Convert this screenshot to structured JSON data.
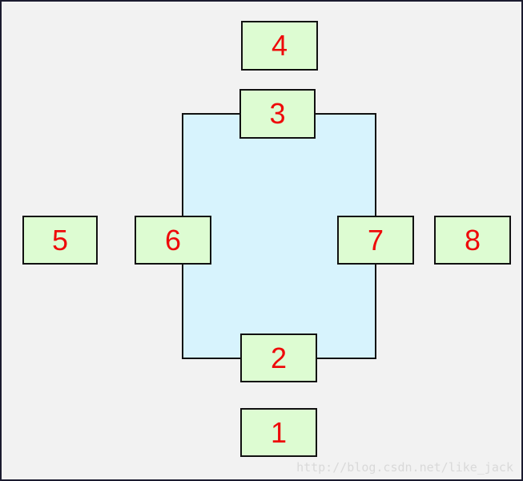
{
  "diagram": {
    "boxes": {
      "b1": "1",
      "b2": "2",
      "b3": "3",
      "b4": "4",
      "b5": "5",
      "b6": "6",
      "b7": "7",
      "b8": "8"
    },
    "colors": {
      "background": "#f2f2f2",
      "outer_border": "#1b1b2f",
      "center_fill": "#d7f3fd",
      "box_fill": "#ddfcd2",
      "box_border": "#111111",
      "label_color": "#ee0a0a"
    }
  },
  "watermark": "http://blog.csdn.net/like_jack"
}
